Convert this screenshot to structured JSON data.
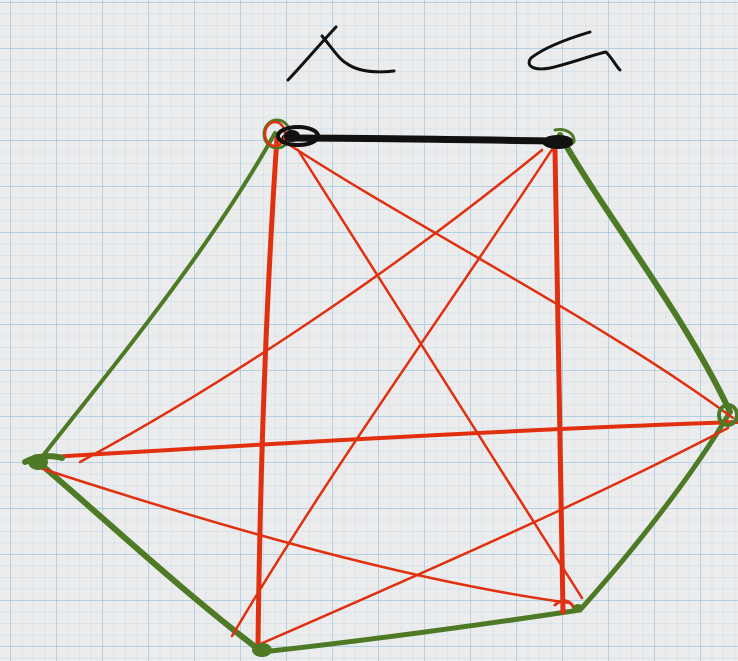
{
  "colors": {
    "paper": "#ececec",
    "grid": "#96c3e1",
    "ink": "#111111",
    "cycle_edge": "#4e7a26",
    "chord_edge": "#e03010"
  },
  "graph": {
    "nodes": [
      "top-left",
      "top-right",
      "right",
      "bottom-right",
      "bottom-left",
      "left"
    ],
    "labels": {
      "top-left": "handwritten-x-like-symbol",
      "top-right": "handwritten-alpha-symbol"
    },
    "edges": {
      "black": [
        [
          "top-left",
          "top-right"
        ]
      ],
      "green_cycle": [
        [
          "top-right",
          "right"
        ],
        [
          "right",
          "bottom-right"
        ],
        [
          "bottom-right",
          "bottom-left"
        ],
        [
          "bottom-left",
          "left"
        ],
        [
          "left",
          "top-left"
        ]
      ],
      "red_chords": [
        [
          "top-left",
          "right"
        ],
        [
          "top-left",
          "bottom-right"
        ],
        [
          "top-left",
          "bottom-left"
        ],
        [
          "top-right",
          "bottom-right"
        ],
        [
          "top-right",
          "bottom-left"
        ],
        [
          "top-right",
          "left"
        ],
        [
          "left",
          "right"
        ],
        [
          "left",
          "bottom-right"
        ],
        [
          "bottom-left",
          "right"
        ]
      ]
    }
  }
}
